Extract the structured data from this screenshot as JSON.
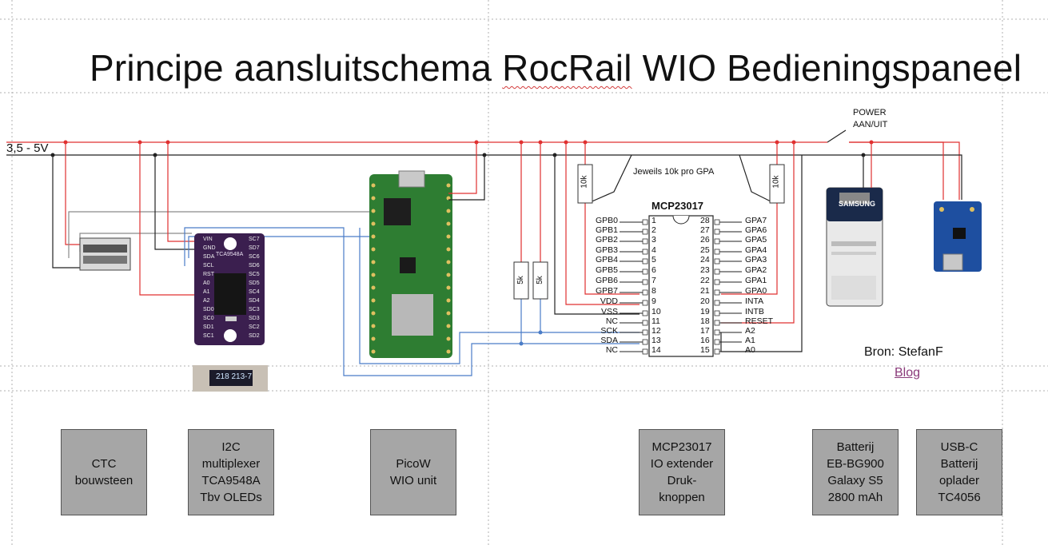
{
  "title": "Principe aansluitschema RocRail WIO Bedieningspaneel",
  "supply_label": "3,5 - 5V",
  "power_switch_label": [
    "POWER",
    "AAN/UIT"
  ],
  "resistor_note": "Jeweils 10k pro GPA",
  "resistor_values": {
    "pullup_a": "10k",
    "pullup_b": "10k",
    "i2c_sda": "5k",
    "i2c_scl": "5k"
  },
  "mux_chip": {
    "name": "TCA9548A",
    "left_pins": [
      "VIN",
      "GND",
      "SDA",
      "SCL",
      "RST",
      "A0",
      "A1",
      "A2",
      "SD0",
      "SC0",
      "SD1",
      "SC1"
    ],
    "right_pins": [
      "SC7",
      "SD7",
      "SC6",
      "SD6",
      "SC5",
      "SD5",
      "SC4",
      "SD4",
      "SC3",
      "SD3",
      "SC2",
      "SD2"
    ]
  },
  "oled_text": "218 213-7",
  "mcp": {
    "name": "MCP23017",
    "left_pins": [
      {
        "num": "1",
        "label": "GPB0"
      },
      {
        "num": "2",
        "label": "GPB1"
      },
      {
        "num": "3",
        "label": "GPB2"
      },
      {
        "num": "4",
        "label": "GPB3"
      },
      {
        "num": "5",
        "label": "GPB4"
      },
      {
        "num": "6",
        "label": "GPB5"
      },
      {
        "num": "7",
        "label": "GPB6"
      },
      {
        "num": "8",
        "label": "GPB7"
      },
      {
        "num": "9",
        "label": "VDD"
      },
      {
        "num": "10",
        "label": "VSS"
      },
      {
        "num": "11",
        "label": "NC"
      },
      {
        "num": "12",
        "label": "SCK"
      },
      {
        "num": "13",
        "label": "SDA"
      },
      {
        "num": "14",
        "label": "NC"
      }
    ],
    "right_pins": [
      {
        "num": "28",
        "label": "GPA7"
      },
      {
        "num": "27",
        "label": "GPA6"
      },
      {
        "num": "26",
        "label": "GPA5"
      },
      {
        "num": "25",
        "label": "GPA4"
      },
      {
        "num": "24",
        "label": "GPA3"
      },
      {
        "num": "23",
        "label": "GPA2"
      },
      {
        "num": "22",
        "label": "GPA1"
      },
      {
        "num": "21",
        "label": "GPA0"
      },
      {
        "num": "20",
        "label": "INTA"
      },
      {
        "num": "19",
        "label": "INTB"
      },
      {
        "num": "18",
        "label": "RESET"
      },
      {
        "num": "17",
        "label": "A2"
      },
      {
        "num": "16",
        "label": "A1"
      },
      {
        "num": "15",
        "label": "A0"
      }
    ]
  },
  "battery_brand": "SAMSUNG",
  "source": {
    "label": "Bron: StefanF",
    "link": "Blog"
  },
  "boxes": [
    {
      "label": "CTC\nbouwsteen"
    },
    {
      "label": "I2C\nmultiplexer\nTCA9548A\nTbv OLEDs"
    },
    {
      "label": "PicoW\nWIO unit"
    },
    {
      "label": "MCP23017\nIO extender\nDruk-\nknoppen"
    },
    {
      "label": "Batterij\nEB-BG900\nGalaxy S5\n2800 mAh"
    },
    {
      "label": "USB-C\nBatterij\noplader\nTC4056"
    }
  ],
  "colors": {
    "red_wire": "#e03030",
    "black_wire": "#222222",
    "blue_wire": "#4a7cc7",
    "grey_wire": "#8a8a8a",
    "box_fill": "#a6a6a6",
    "mux_board": "#3b1f4f",
    "pico_board": "#2e7d32"
  }
}
